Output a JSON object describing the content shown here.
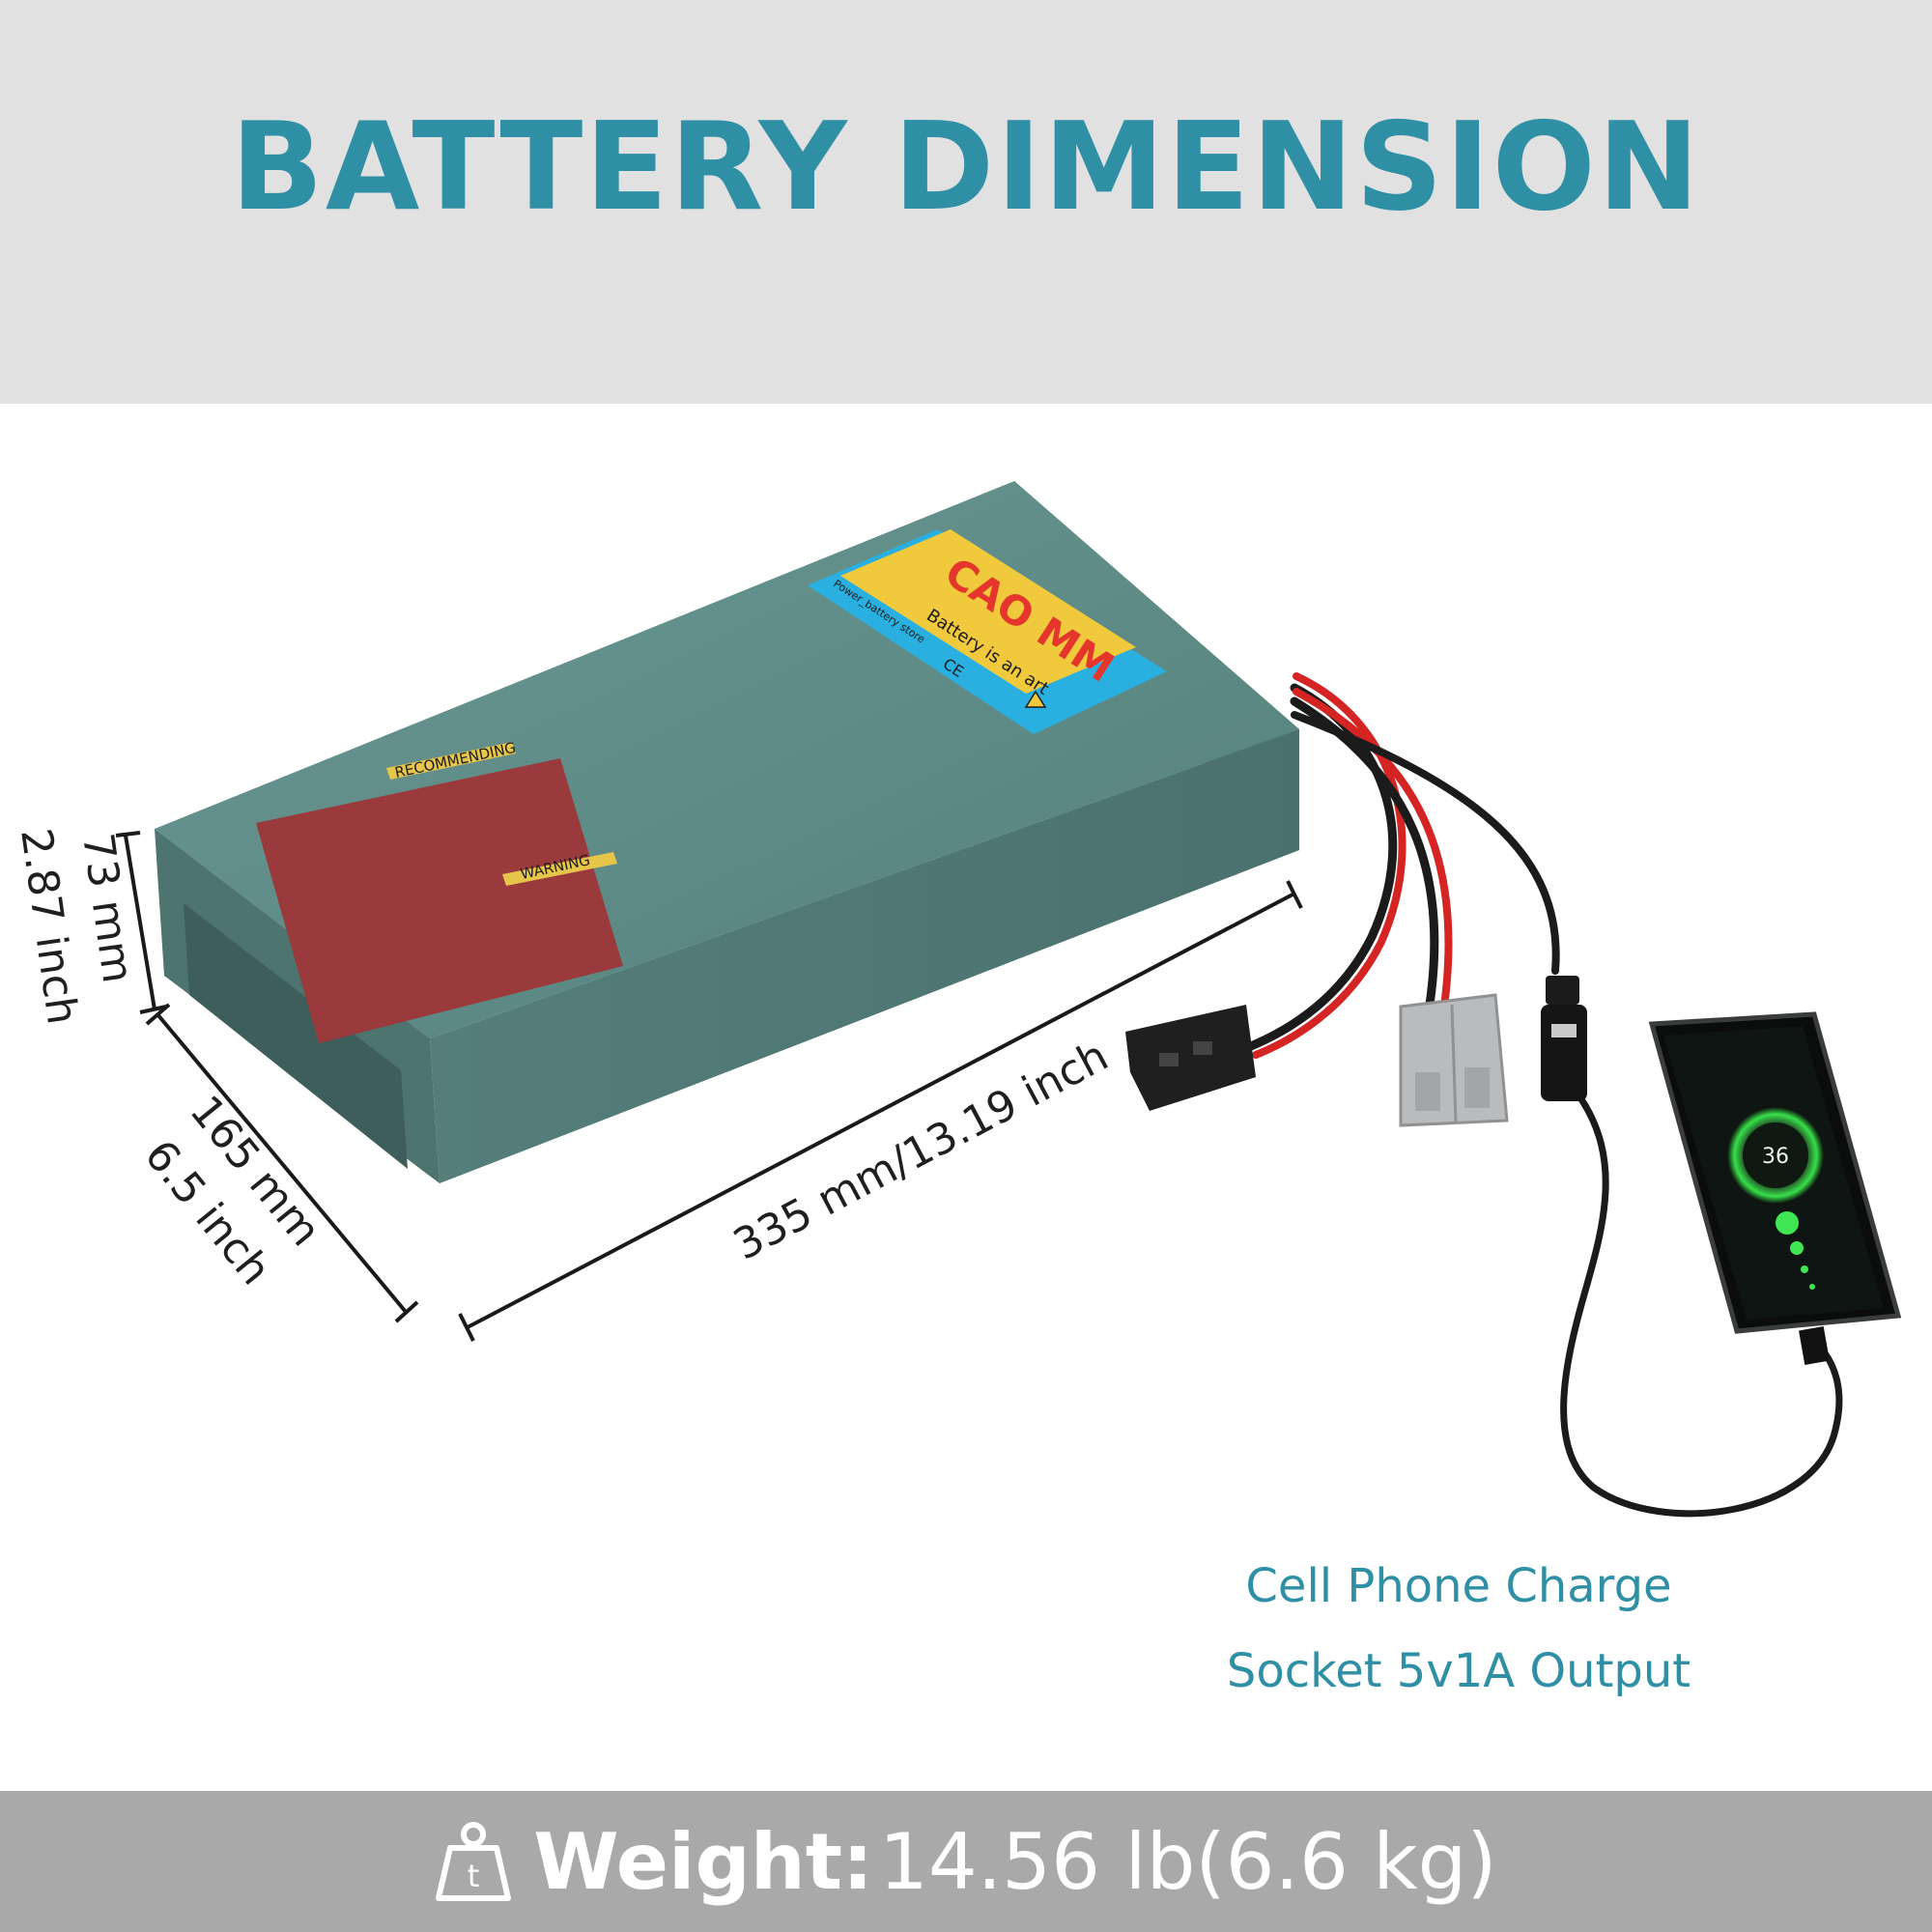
{
  "header": {
    "title": "BATTERY DIMENSION"
  },
  "battery": {
    "brand": "CAO MM",
    "slogan": "Battery is an art",
    "store": "Power_battery store",
    "sticker_recommending": "RECOMMENDING",
    "sticker_warning": "WARNING",
    "case_color": "#5e8a86",
    "label_color": "#2ab0e0"
  },
  "dimensions": {
    "height_mm": "73 mm",
    "height_inch": "2.87 inch",
    "width_mm": "165 mm",
    "width_inch": "6.5 inch",
    "length": "335 mm/13.19 inch"
  },
  "phone": {
    "battery_level": "36"
  },
  "caption": {
    "line1": "Cell Phone Charge",
    "line2": "Socket 5v1A Output"
  },
  "footer": {
    "icon": "weight-icon",
    "icon_letter": "t",
    "weight_label": "Weight:",
    "weight_value": "14.56 lb(6.6 kg)"
  }
}
